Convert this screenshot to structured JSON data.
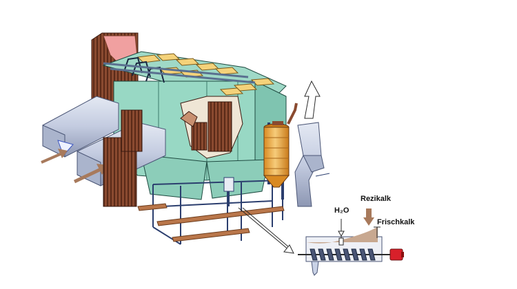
{
  "labels": {
    "water": "H₂O",
    "recycled_lime": "Rezikalk",
    "fresh_lime": "Frischkalk"
  },
  "colors": {
    "housing": "#98d8c4",
    "housing_dark": "#6fb8a4",
    "duct": "#c9d2e6",
    "duct_dark": "#8d97b3",
    "filter_bags": "#7a3d2a",
    "roof_panels": "#f4d27a",
    "silo": "#f0b24a",
    "flow_arrow": "#a87a5c",
    "frame": "#2b3e6e",
    "hot_gas": "#f0a0a0",
    "motor": "#d8202a"
  }
}
